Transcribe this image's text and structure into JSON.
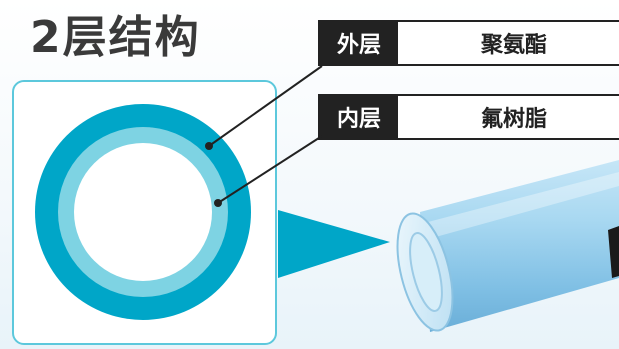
{
  "title": "2层结构",
  "layers": [
    {
      "tag": "外层",
      "material": "聚氨酯"
    },
    {
      "tag": "内层",
      "material": "氟树脂"
    }
  ],
  "colors": {
    "outer_layer": "#00a6c8",
    "inner_layer": "#7ed3e3",
    "panel_border": "#5cc8dc",
    "tube": "#9fd2ee"
  }
}
